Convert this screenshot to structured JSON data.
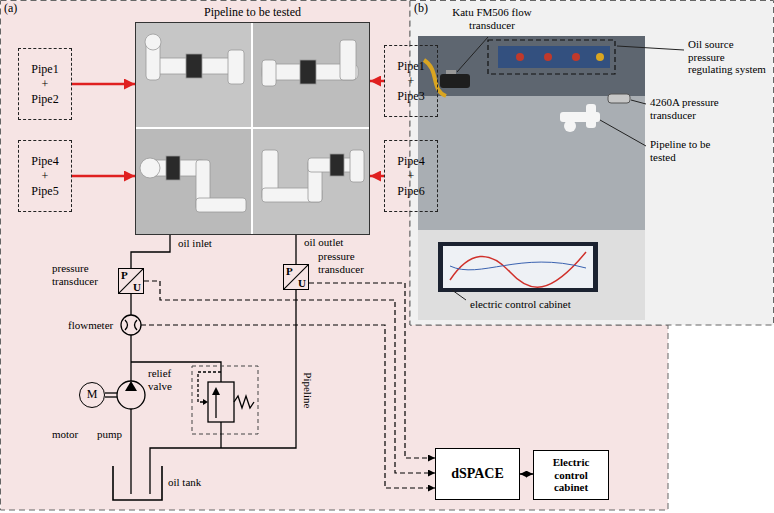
{
  "diagram": {
    "nodes": [
      {
        "text": [
          "(a)"
        ]
      },
      {
        "text": [
          "Pipeline to be tested"
        ],
        "in": 0
      },
      {
        "text": [
          "Pipe1 + Pipe2"
        ],
        "in": 0
      },
      {
        "text": [
          "Pipe1 + Pipe3"
        ],
        "in": 0
      },
      {
        "text": [
          "Pipe4 + Pipe5"
        ],
        "in": 0
      },
      {
        "text": [
          "Pipe4 + Pipe6"
        ],
        "in": 0
      },
      {
        "text": [
          "P",
          "U"
        ],
        "in": 0
      },
      {
        "text": [
          "P",
          "U"
        ],
        "in": 0
      },
      {
        "text": [
          "M"
        ],
        "in": 0
      },
      {
        "text": [
          "dSPACE"
        ],
        "in": 0
      },
      {
        "text": [
          "Electric control cabinet"
        ],
        "in": 0
      },
      {
        "text": [
          "(b)"
        ]
      }
    ],
    "edges": [
      {
        "from": 2,
        "to": 1,
        "arrow": "to"
      },
      {
        "from": 3,
        "to": 1,
        "arrow": "to"
      },
      {
        "from": 4,
        "to": 1,
        "arrow": "to"
      },
      {
        "from": 5,
        "to": 1,
        "arrow": "to"
      },
      {
        "from": 1,
        "to": 6,
        "arrow": "none"
      },
      {
        "from": 1,
        "to": 7,
        "arrow": "none"
      },
      {
        "from": 6,
        "to": 9,
        "arrow": "to"
      },
      {
        "from": 7,
        "to": 9,
        "arrow": "to"
      },
      {
        "from": 9,
        "to": 10,
        "arrow": "both"
      }
    ],
    "labels": [
      "oil inlet",
      "oil outlet",
      "pressure transducer",
      "pressure transducer",
      "flowmeter",
      "relief valve",
      "Pipeline",
      "motor",
      "pump",
      "oil tank",
      "Katu FM506 flow transducer",
      "Oil source pressure regulating system",
      "4260A pressure transducer",
      "Pipeline to be tested",
      "electric control cabinet"
    ]
  }
}
